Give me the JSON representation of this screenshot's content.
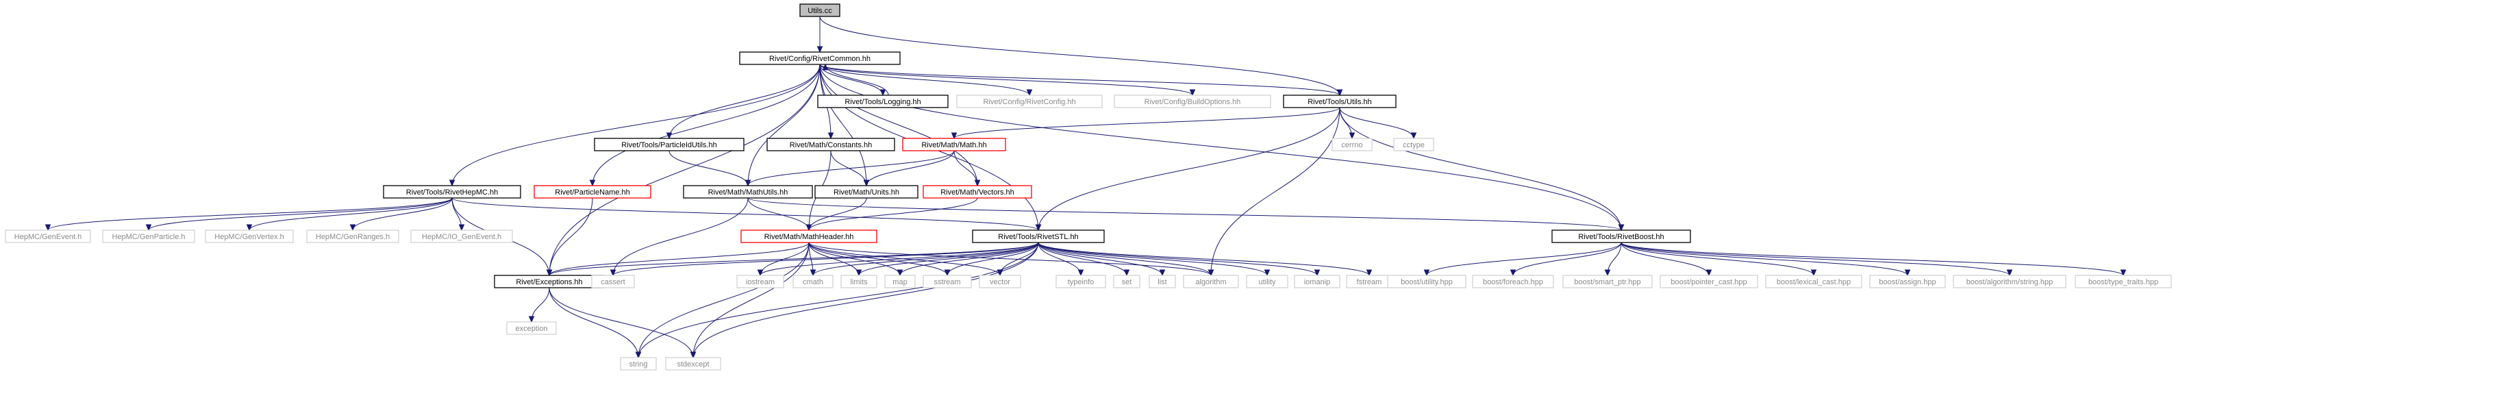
{
  "colors": {
    "edge": "#191970",
    "root_fill": "#bfbfbf",
    "border_black": "#000000",
    "border_red": "#ff0000",
    "border_gray": "#d3d3d3",
    "text": "#000000",
    "text_gray": "#8a8a8a"
  },
  "diagram": {
    "type": "include-dependency-graph",
    "nodes": [
      {
        "id": "utils_cc",
        "label": "Utils.cc",
        "kind": "root"
      },
      {
        "id": "rivet_common",
        "label": "Rivet/Config/RivetCommon.hh",
        "kind": "black"
      },
      {
        "id": "logging",
        "label": "Rivet/Tools/Logging.hh",
        "kind": "black"
      },
      {
        "id": "rivet_config",
        "label": "Rivet/Config/RivetConfig.hh",
        "kind": "gray"
      },
      {
        "id": "build_options",
        "label": "Rivet/Config/BuildOptions.hh",
        "kind": "gray"
      },
      {
        "id": "tools_utils",
        "label": "Rivet/Tools/Utils.hh",
        "kind": "black"
      },
      {
        "id": "cerrno",
        "label": "cerrno",
        "kind": "gray"
      },
      {
        "id": "cctype",
        "label": "cctype",
        "kind": "gray"
      },
      {
        "id": "particleid_utils",
        "label": "Rivet/Tools/ParticleIdUtils.hh",
        "kind": "black"
      },
      {
        "id": "constants",
        "label": "Rivet/Math/Constants.hh",
        "kind": "black"
      },
      {
        "id": "math_math",
        "label": "Rivet/Math/Math.hh",
        "kind": "red"
      },
      {
        "id": "rivet_hepmc",
        "label": "Rivet/Tools/RivetHepMC.hh",
        "kind": "black"
      },
      {
        "id": "particle_name",
        "label": "Rivet/ParticleName.hh",
        "kind": "red"
      },
      {
        "id": "math_utils",
        "label": "Rivet/Math/MathUtils.hh",
        "kind": "black"
      },
      {
        "id": "units",
        "label": "Rivet/Math/Units.hh",
        "kind": "black"
      },
      {
        "id": "vectors",
        "label": "Rivet/Math/Vectors.hh",
        "kind": "red"
      },
      {
        "id": "genevent",
        "label": "HepMC/GenEvent.h",
        "kind": "gray"
      },
      {
        "id": "genparticle",
        "label": "HepMC/GenParticle.h",
        "kind": "gray"
      },
      {
        "id": "genvertex",
        "label": "HepMC/GenVertex.h",
        "kind": "gray"
      },
      {
        "id": "genranges",
        "label": "HepMC/GenRanges.h",
        "kind": "gray"
      },
      {
        "id": "io_genevent",
        "label": "HepMC/IO_GenEvent.h",
        "kind": "gray"
      },
      {
        "id": "math_header",
        "label": "Rivet/Math/MathHeader.hh",
        "kind": "red"
      },
      {
        "id": "rivet_stl",
        "label": "Rivet/Tools/RivetSTL.hh",
        "kind": "black"
      },
      {
        "id": "rivet_boost",
        "label": "Rivet/Tools/RivetBoost.hh",
        "kind": "black"
      },
      {
        "id": "exceptions",
        "label": "Rivet/Exceptions.hh",
        "kind": "black"
      },
      {
        "id": "cassert",
        "label": "cassert",
        "kind": "gray"
      },
      {
        "id": "iostream",
        "label": "iostream",
        "kind": "gray"
      },
      {
        "id": "cmath",
        "label": "cmath",
        "kind": "gray"
      },
      {
        "id": "limits",
        "label": "limits",
        "kind": "gray"
      },
      {
        "id": "map",
        "label": "map",
        "kind": "gray"
      },
      {
        "id": "sstream",
        "label": "sstream",
        "kind": "gray"
      },
      {
        "id": "vector",
        "label": "vector",
        "kind": "gray"
      },
      {
        "id": "typeinfo",
        "label": "typeinfo",
        "kind": "gray"
      },
      {
        "id": "set",
        "label": "set",
        "kind": "gray"
      },
      {
        "id": "list",
        "label": "list",
        "kind": "gray"
      },
      {
        "id": "algorithm",
        "label": "algorithm",
        "kind": "gray"
      },
      {
        "id": "utility",
        "label": "utility",
        "kind": "gray"
      },
      {
        "id": "iomanip",
        "label": "iomanip",
        "kind": "gray"
      },
      {
        "id": "fstream",
        "label": "fstream",
        "kind": "gray"
      },
      {
        "id": "exception",
        "label": "exception",
        "kind": "gray"
      },
      {
        "id": "string",
        "label": "string",
        "kind": "gray"
      },
      {
        "id": "stdexcept",
        "label": "stdexcept",
        "kind": "gray"
      },
      {
        "id": "boost_utility",
        "label": "boost/utility.hpp",
        "kind": "gray"
      },
      {
        "id": "boost_foreach",
        "label": "boost/foreach.hpp",
        "kind": "gray"
      },
      {
        "id": "boost_smart_ptr",
        "label": "boost/smart_ptr.hpp",
        "kind": "gray"
      },
      {
        "id": "boost_pointer_cast",
        "label": "boost/pointer_cast.hpp",
        "kind": "gray"
      },
      {
        "id": "boost_lexical_cast",
        "label": "boost/lexical_cast.hpp",
        "kind": "gray"
      },
      {
        "id": "boost_assign",
        "label": "boost/assign.hpp",
        "kind": "gray"
      },
      {
        "id": "boost_algo_string",
        "label": "boost/algorithm/string.hpp",
        "kind": "gray"
      },
      {
        "id": "boost_type_traits",
        "label": "boost/type_traits.hpp",
        "kind": "gray"
      }
    ],
    "edges": [
      [
        "utils_cc",
        "rivet_common"
      ],
      [
        "utils_cc",
        "tools_utils"
      ],
      [
        "rivet_common",
        "logging"
      ],
      [
        "logging",
        "rivet_common"
      ],
      [
        "rivet_common",
        "rivet_config"
      ],
      [
        "rivet_common",
        "build_options"
      ],
      [
        "rivet_common",
        "tools_utils"
      ],
      [
        "rivet_common",
        "rivet_boost"
      ],
      [
        "rivet_common",
        "particleid_utils"
      ],
      [
        "rivet_common",
        "constants"
      ],
      [
        "rivet_common",
        "rivet_hepmc"
      ],
      [
        "rivet_common",
        "particle_name"
      ],
      [
        "rivet_common",
        "math_utils"
      ],
      [
        "rivet_common",
        "units"
      ],
      [
        "rivet_common",
        "vectors"
      ],
      [
        "rivet_common",
        "rivet_stl"
      ],
      [
        "rivet_common",
        "exceptions"
      ],
      [
        "tools_utils",
        "math_math"
      ],
      [
        "tools_utils",
        "cerrno"
      ],
      [
        "tools_utils",
        "cctype"
      ],
      [
        "tools_utils",
        "rivet_stl"
      ],
      [
        "tools_utils",
        "rivet_boost"
      ],
      [
        "tools_utils",
        "algorithm"
      ],
      [
        "particleid_utils",
        "math_utils"
      ],
      [
        "constants",
        "units"
      ],
      [
        "constants",
        "math_header"
      ],
      [
        "math_math",
        "math_utils"
      ],
      [
        "math_math",
        "units"
      ],
      [
        "math_math",
        "vectors"
      ],
      [
        "vectors",
        "math_header"
      ],
      [
        "units",
        "math_header"
      ],
      [
        "math_utils",
        "math_header"
      ],
      [
        "math_utils",
        "cassert"
      ],
      [
        "math_utils",
        "rivet_boost"
      ],
      [
        "rivet_hepmc",
        "genevent"
      ],
      [
        "rivet_hepmc",
        "genparticle"
      ],
      [
        "rivet_hepmc",
        "genvertex"
      ],
      [
        "rivet_hepmc",
        "genranges"
      ],
      [
        "rivet_hepmc",
        "io_genevent"
      ],
      [
        "rivet_hepmc",
        "rivet_stl"
      ],
      [
        "rivet_hepmc",
        "exceptions"
      ],
      [
        "particle_name",
        "exceptions"
      ],
      [
        "math_header",
        "exceptions"
      ],
      [
        "math_header",
        "iostream"
      ],
      [
        "math_header",
        "cmath"
      ],
      [
        "math_header",
        "limits"
      ],
      [
        "math_header",
        "map"
      ],
      [
        "math_header",
        "sstream"
      ],
      [
        "math_header",
        "vector"
      ],
      [
        "math_header",
        "string"
      ],
      [
        "math_header",
        "stdexcept"
      ],
      [
        "math_header",
        "algorithm"
      ],
      [
        "rivet_stl",
        "exceptions"
      ],
      [
        "rivet_stl",
        "cassert"
      ],
      [
        "rivet_stl",
        "iostream"
      ],
      [
        "rivet_stl",
        "cmath"
      ],
      [
        "rivet_stl",
        "limits"
      ],
      [
        "rivet_stl",
        "map"
      ],
      [
        "rivet_stl",
        "sstream"
      ],
      [
        "rivet_stl",
        "vector"
      ],
      [
        "rivet_stl",
        "typeinfo"
      ],
      [
        "rivet_stl",
        "set"
      ],
      [
        "rivet_stl",
        "list"
      ],
      [
        "rivet_stl",
        "algorithm"
      ],
      [
        "rivet_stl",
        "utility"
      ],
      [
        "rivet_stl",
        "iomanip"
      ],
      [
        "rivet_stl",
        "fstream"
      ],
      [
        "rivet_stl",
        "string"
      ],
      [
        "rivet_stl",
        "stdexcept"
      ],
      [
        "exceptions",
        "exception"
      ],
      [
        "exceptions",
        "string"
      ],
      [
        "exceptions",
        "stdexcept"
      ],
      [
        "rivet_boost",
        "boost_utility"
      ],
      [
        "rivet_boost",
        "boost_foreach"
      ],
      [
        "rivet_boost",
        "boost_smart_ptr"
      ],
      [
        "rivet_boost",
        "boost_pointer_cast"
      ],
      [
        "rivet_boost",
        "boost_lexical_cast"
      ],
      [
        "rivet_boost",
        "boost_assign"
      ],
      [
        "rivet_boost",
        "boost_algo_string"
      ],
      [
        "rivet_boost",
        "boost_type_traits"
      ]
    ]
  }
}
